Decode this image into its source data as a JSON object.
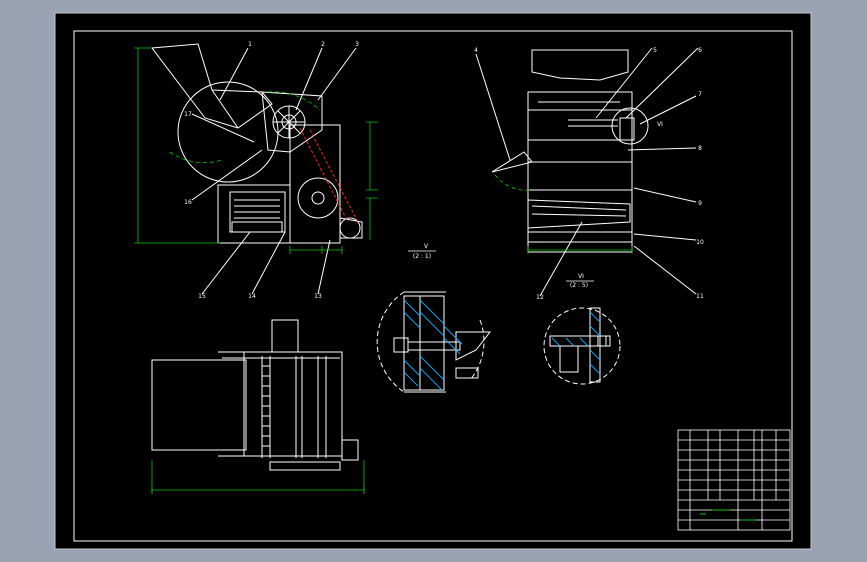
{
  "callouts": [
    {
      "id": "c1",
      "label": "1"
    },
    {
      "id": "c2",
      "label": "2"
    },
    {
      "id": "c3",
      "label": "3"
    },
    {
      "id": "c4",
      "label": "4"
    },
    {
      "id": "c5",
      "label": "5"
    },
    {
      "id": "c6",
      "label": "6"
    },
    {
      "id": "c7",
      "label": "7"
    },
    {
      "id": "c8",
      "label": "8"
    },
    {
      "id": "c9",
      "label": "9"
    },
    {
      "id": "c10",
      "label": "10"
    },
    {
      "id": "c11",
      "label": "11"
    },
    {
      "id": "c12",
      "label": "12"
    },
    {
      "id": "c13",
      "label": "13"
    },
    {
      "id": "c14",
      "label": "14"
    },
    {
      "id": "c15",
      "label": "15"
    },
    {
      "id": "c16",
      "label": "16"
    },
    {
      "id": "c17",
      "label": "17"
    }
  ],
  "details": {
    "v_title": "V",
    "v_scale": "(2 : 1)",
    "vi_title": "VI",
    "vi_scale": "(2 : 5)",
    "vi_marker": "VI"
  },
  "colors": {
    "background": "#9aa3b3",
    "sheet": "#000000",
    "line": "#ffffff",
    "dimension": "#00c800",
    "chain": "#ff2020",
    "hatch": "#00aaff"
  }
}
